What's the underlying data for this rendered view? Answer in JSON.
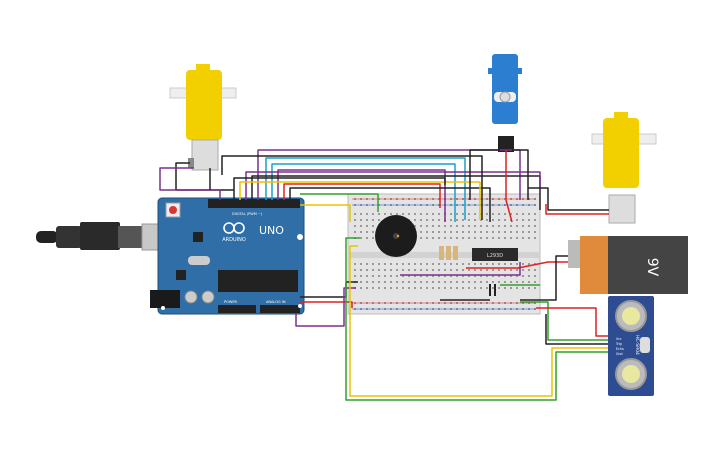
{
  "arduino": {
    "brand": "ARDUINO",
    "model": "UNO",
    "header_digital": "DIGITAL (PWM ~)",
    "header_power": "POWER",
    "header_analog": "ANALOG IN"
  },
  "battery": {
    "voltage": "9V"
  },
  "driver_ic": {
    "label": "L293D"
  },
  "sensor": {
    "label": "HC-SR04",
    "pins": [
      "Vcc",
      "Trig",
      "Echo",
      "Gnd"
    ]
  },
  "colors": {
    "board": "#2f6ea6",
    "board_edge": "#1f4f7d",
    "motor": "#f2d000",
    "breadboard": "#e4e4e4",
    "wire_red": "#e02020",
    "wire_black": "#222222",
    "wire_purple": "#7b2e8e",
    "wire_cyan": "#1aa0c9",
    "wire_green": "#33a02c",
    "wire_yellow": "#e8c400",
    "battery": "#e08a3c"
  }
}
